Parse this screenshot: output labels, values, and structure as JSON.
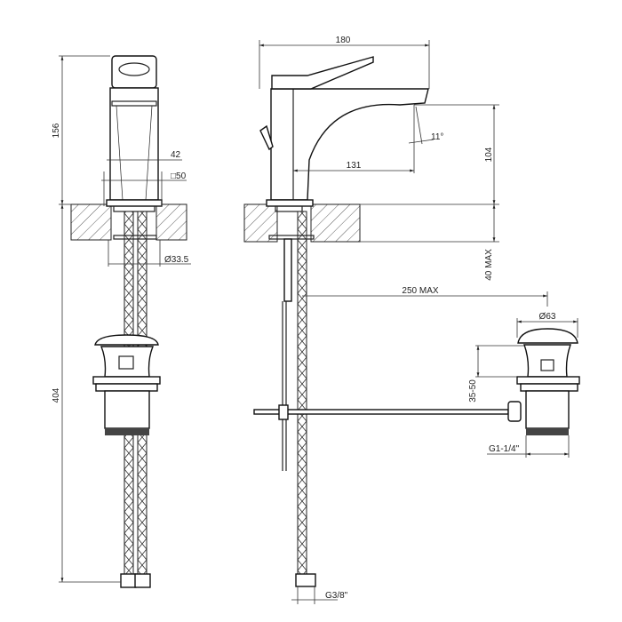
{
  "drawing": {
    "title": "Basin mixer technical drawing",
    "dimensions": {
      "height_total": "156",
      "body_width": "42",
      "base_square": "□50",
      "hole_diameter": "Ø33.5",
      "hose_length": "404",
      "spout_length": "180",
      "spout_angle": "11°",
      "spout_reach": "131",
      "spout_height": "104",
      "counter_thickness": "40 MAX",
      "rod_length": "250 MAX",
      "drain_diameter": "Ø63",
      "drain_range": "35-50",
      "drain_thread": "G1-1/4\"",
      "hose_thread": "G3/8\""
    }
  }
}
